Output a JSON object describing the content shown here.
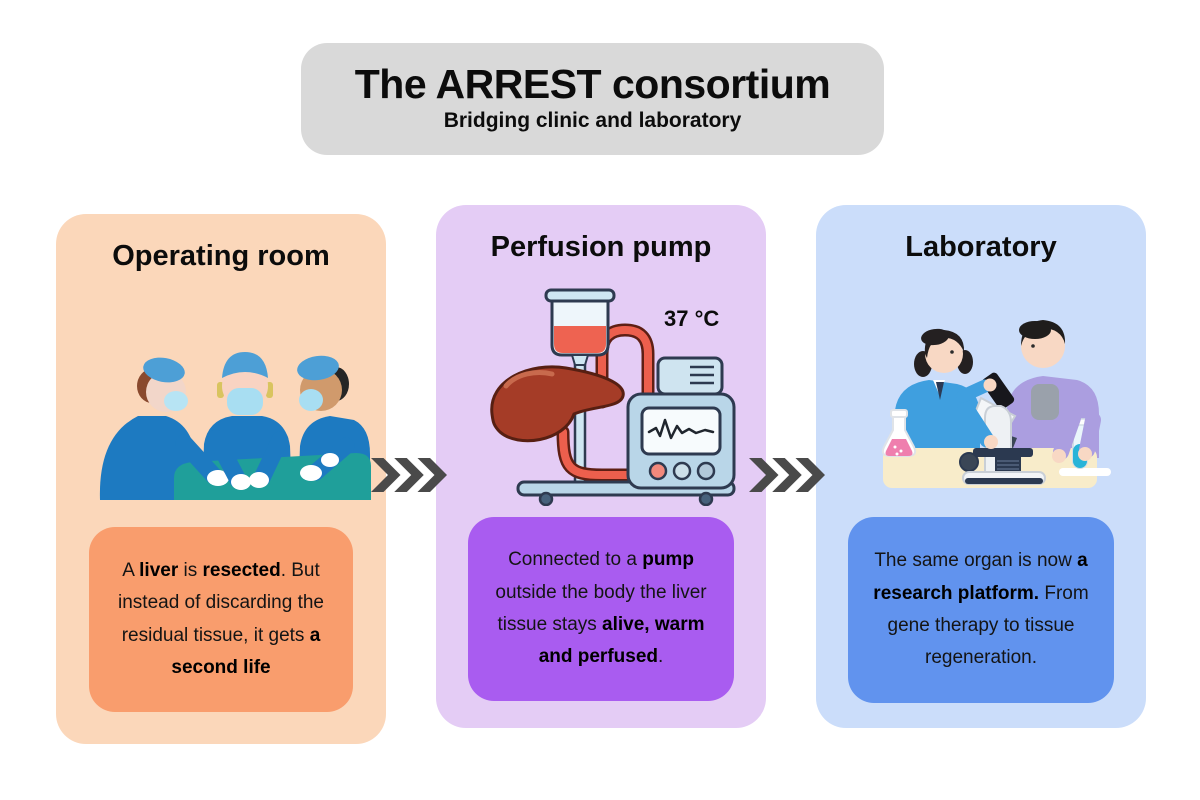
{
  "header": {
    "title": "The ARREST consortium",
    "subtitle": "Bridging clinic and laboratory",
    "bg_color": "#d9d9d9"
  },
  "panels": [
    {
      "title": "Operating room",
      "bg_color": "#fbd7ba",
      "box_color": "#f99d6d",
      "illustration": "three-surgeons-at-operating-table",
      "description_segments": [
        {
          "text": "A ",
          "bold": false
        },
        {
          "text": "liver",
          "bold": true
        },
        {
          "text": " is ",
          "bold": false
        },
        {
          "text": "resected",
          "bold": true
        },
        {
          "text": ". But instead of discarding the residual tissue, it gets ",
          "bold": false
        },
        {
          "text": "a second life",
          "bold": true
        }
      ]
    },
    {
      "title": "Perfusion pump",
      "temp_label": "37 °C",
      "bg_color": "#e4ccf5",
      "box_color": "#a95cf0",
      "illustration": "liver-connected-to-perfusion-machine",
      "description_segments": [
        {
          "text": "Connected to a ",
          "bold": false
        },
        {
          "text": "pump",
          "bold": true
        },
        {
          "text": " outside the body the liver tissue stays ",
          "bold": false
        },
        {
          "text": "alive, warm and perfused",
          "bold": true
        },
        {
          "text": ".",
          "bold": false
        }
      ]
    },
    {
      "title": "Laboratory",
      "bg_color": "#cbddfa",
      "box_color": "#6193ee",
      "illustration": "two-scientists-with-microscope",
      "description_segments": [
        {
          "text": "The same organ is now ",
          "bold": false
        },
        {
          "text": "a research platform.",
          "bold": true
        },
        {
          "text": " From gene therapy to tissue regeneration.",
          "bold": false
        }
      ]
    }
  ],
  "arrows": [
    {
      "name": "chevron-arrow-1",
      "color": "#4a4a4a"
    },
    {
      "name": "chevron-arrow-2",
      "color": "#4a4a4a"
    }
  ]
}
